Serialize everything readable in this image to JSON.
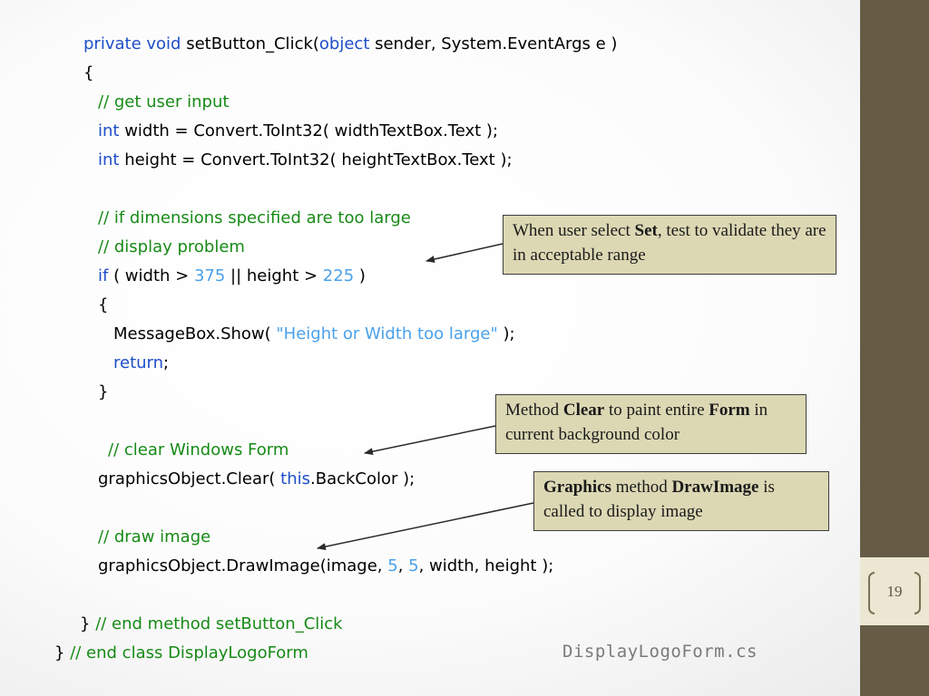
{
  "slide_number": "19",
  "code_lines": [
    {
      "indent": 92,
      "segments": [
        {
          "type": "kw",
          "text": "private void"
        },
        {
          "type": "plain",
          "text": " setButton_Click("
        },
        {
          "type": "kw",
          "text": "object"
        },
        {
          "type": "plain",
          "text": " sender, System.EventArgs e )"
        }
      ]
    },
    {
      "indent": 92,
      "segments": [
        {
          "type": "plain",
          "text": "{"
        }
      ]
    },
    {
      "indent": 108,
      "segments": [
        {
          "type": "cm",
          "text": "// get user input"
        }
      ]
    },
    {
      "indent": 108,
      "segments": [
        {
          "type": "kw",
          "text": "int"
        },
        {
          "type": "plain",
          "text": " width = Convert.ToInt32( widthTextBox.Text );"
        }
      ]
    },
    {
      "indent": 108,
      "segments": [
        {
          "type": "kw",
          "text": "int"
        },
        {
          "type": "plain",
          "text": " height = Convert.ToInt32( heightTextBox.Text );"
        }
      ]
    },
    {
      "indent": 108,
      "segments": []
    },
    {
      "indent": 108,
      "segments": [
        {
          "type": "cm",
          "text": "// if dimensions specified are too large"
        }
      ]
    },
    {
      "indent": 108,
      "segments": [
        {
          "type": "cm",
          "text": "// display problem"
        }
      ]
    },
    {
      "indent": 108,
      "segments": [
        {
          "type": "kw",
          "text": "if"
        },
        {
          "type": "plain",
          "text": " ( width > "
        },
        {
          "type": "num",
          "text": "375"
        },
        {
          "type": "plain",
          "text": " || height > "
        },
        {
          "type": "num",
          "text": "225"
        },
        {
          "type": "plain",
          "text": " )"
        }
      ]
    },
    {
      "indent": 108,
      "segments": [
        {
          "type": "plain",
          "text": "{"
        }
      ]
    },
    {
      "indent": 125,
      "segments": [
        {
          "type": "plain",
          "text": "MessageBox.Show( "
        },
        {
          "type": "str",
          "text": "\"Height or Width too large\""
        },
        {
          "type": "plain",
          "text": " );"
        }
      ]
    },
    {
      "indent": 125,
      "segments": [
        {
          "type": "kw",
          "text": "return"
        },
        {
          "type": "plain",
          "text": ";"
        }
      ]
    },
    {
      "indent": 108,
      "segments": [
        {
          "type": "plain",
          "text": "}"
        }
      ]
    },
    {
      "indent": 108,
      "segments": []
    },
    {
      "indent": 119,
      "segments": [
        {
          "type": "cm",
          "text": "// clear Windows Form"
        }
      ]
    },
    {
      "indent": 108,
      "segments": [
        {
          "type": "plain",
          "text": "graphicsObject.Clear( "
        },
        {
          "type": "kw",
          "text": "this"
        },
        {
          "type": "plain",
          "text": ".BackColor );"
        }
      ]
    },
    {
      "indent": 108,
      "segments": []
    },
    {
      "indent": 108,
      "segments": [
        {
          "type": "cm",
          "text": "// draw image"
        }
      ]
    },
    {
      "indent": 108,
      "segments": [
        {
          "type": "plain",
          "text": "graphicsObject.DrawImage(image, "
        },
        {
          "type": "num",
          "text": "5"
        },
        {
          "type": "plain",
          "text": ", "
        },
        {
          "type": "num",
          "text": "5"
        },
        {
          "type": "plain",
          "text": ", width, height );"
        }
      ]
    },
    {
      "indent": 108,
      "segments": []
    },
    {
      "indent": 88,
      "segments": [
        {
          "type": "plain",
          "text": "} "
        },
        {
          "type": "cm",
          "text": "// end method setButton_Click"
        }
      ]
    },
    {
      "indent": 60,
      "segments": [
        {
          "type": "plain",
          "text": "} "
        },
        {
          "type": "cm",
          "text": "// end class DisplayLogoForm"
        }
      ]
    }
  ],
  "callouts": {
    "set": {
      "pre": "When user select ",
      "bold1": "Set",
      "post": ", test to validate they are in acceptable range"
    },
    "clear": {
      "pre": "Method ",
      "bold1": "Clear",
      "mid": " to paint entire ",
      "bold2": "Form",
      "post": " in current background color"
    },
    "draw": {
      "bold1": "Graphics",
      "mid": " method ",
      "bold2": "DrawImage",
      "post": " is called to display image"
    }
  },
  "filename": "DisplayLogoForm.cs",
  "colors": {
    "keyword": "#1f4ec8",
    "comment": "#178a17",
    "literal": "#4aa1ea",
    "sidebar": "#665c45",
    "callout_fill": "#dcd8b4"
  }
}
